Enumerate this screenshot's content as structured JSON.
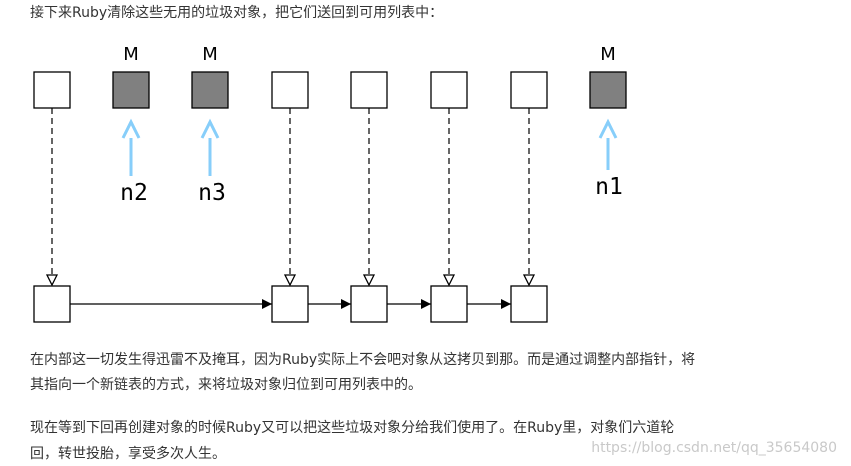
{
  "intro_text": "接下来Ruby清除这些无用的垃圾对象，把它们送回到可用列表中：",
  "diagram": {
    "marked_label": "M",
    "pointers": [
      "n2",
      "n3",
      "n1"
    ],
    "colors": {
      "free_fill": "#ffffff",
      "marked_fill": "#808080",
      "pointer_arrow": "#87cefa",
      "outline": "#000000"
    },
    "top_row": [
      "free",
      "marked",
      "marked",
      "free",
      "free",
      "free",
      "free",
      "marked"
    ],
    "free_list_nodes": 5
  },
  "paragraph1": {
    "line1": "在内部这一切发生得迅雷不及掩耳，因为Ruby实际上不会吧对象从这拷贝到那。而是通过调整内部指针，将",
    "line2": "其指向一个新链表的方式，来将垃圾对象归位到可用列表中的。"
  },
  "paragraph2": {
    "line1": "现在等到下回再创建对象的时候Ruby又可以把这些垃圾对象分给我们使用了。在Ruby里，对象们六道轮",
    "line2": "回，转世投胎，享受多次人生。"
  },
  "watermark": "https://blog.csdn.net/qq_35654080"
}
